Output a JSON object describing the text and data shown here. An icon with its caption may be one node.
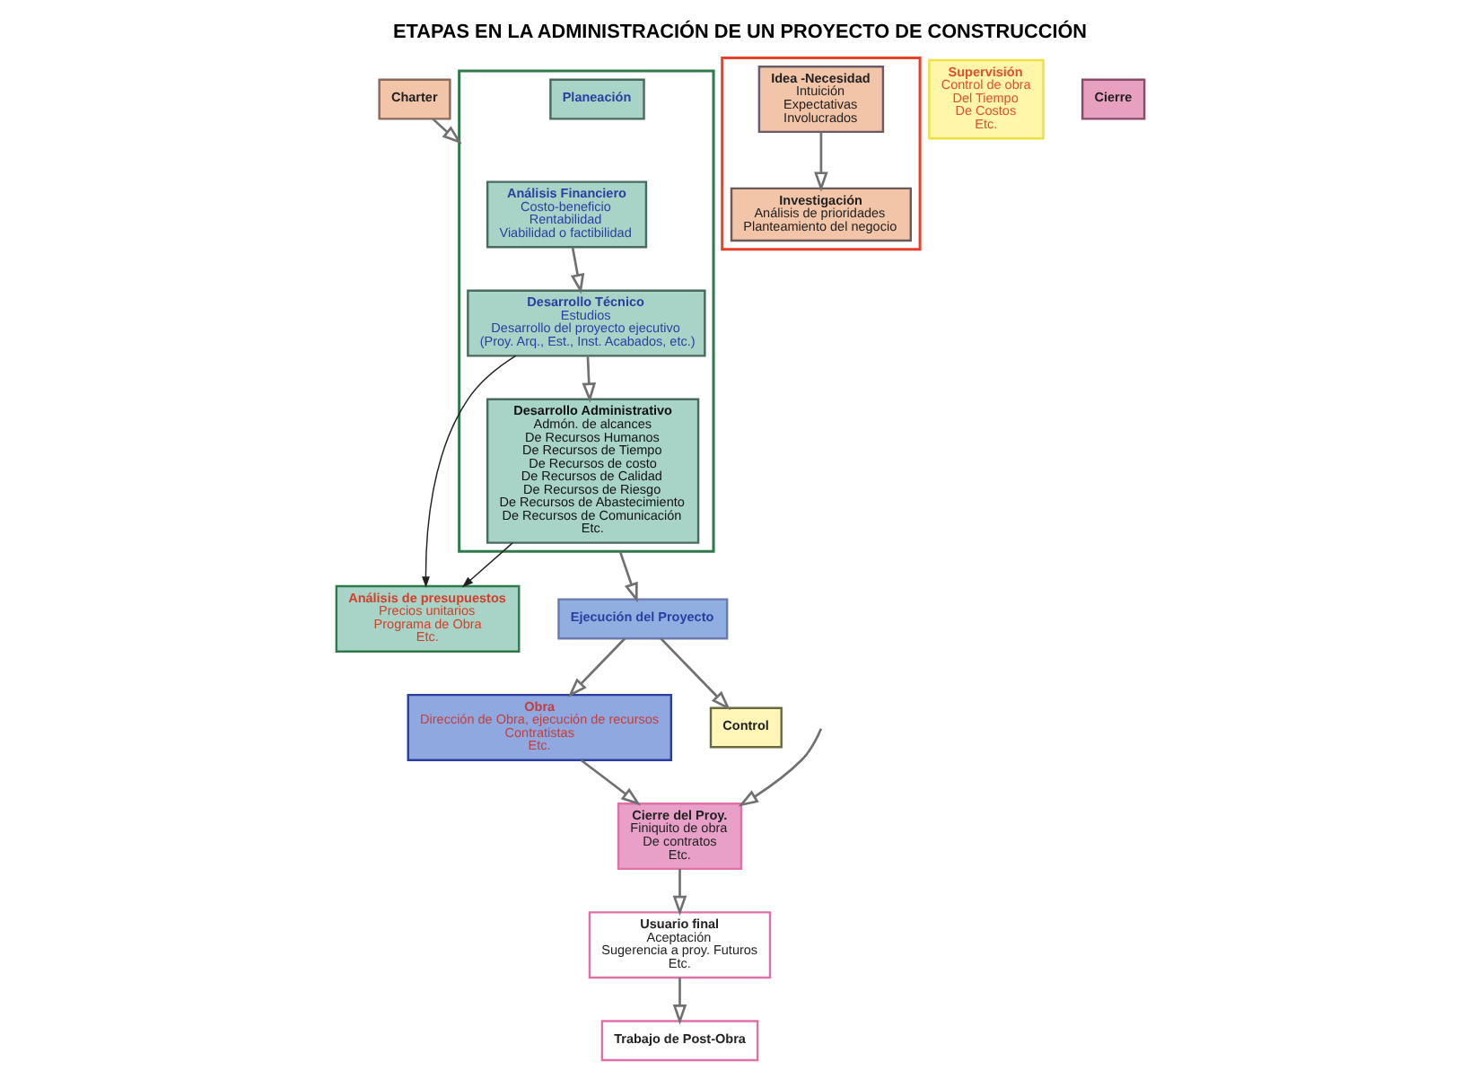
{
  "diagram": {
    "title": "ETAPAS EN LA ADMINISTRACIÓN DE UN PROYECTO DE CONSTRUCCIÓN",
    "nodes": [
      {
        "text": [
          "Charter"
        ]
      },
      {
        "text": [],
        "shape": "box"
      },
      {
        "text": [
          "Investigación",
          "Análisis de prioridades",
          "Planteamiento del negocio"
        ],
        "in": 1
      },
      {
        "text": [
          "Idea -Necesidad",
          "Intuición",
          "Expectativas",
          "Involucrados"
        ],
        "in": 1
      },
      {
        "text": [],
        "shape": "box"
      },
      {
        "text": [
          "Análisis Financiero",
          "Costo-beneficio",
          "Rentabilidad",
          "Viabilidad o factibilidad"
        ],
        "in": 4
      },
      {
        "text": [
          "Planeación"
        ],
        "in": 4
      },
      {
        "text": [
          "Desarrollo Técnico",
          "Estudios",
          "Desarrollo del proyecto ejecutivo",
          "(Proy. Arq., Est., Inst. Acabados, etc.)"
        ],
        "in": 4
      },
      {
        "text": [
          "Desarrollo Administrativo",
          "Admón. de alcances",
          "De Recursos Humanos",
          "De Recursos de Tiempo",
          "De Recursos de costo",
          "De Recursos de Calidad",
          "De Recursos de Riesgo",
          "De Recursos de Abastecimiento",
          "De Recursos de Comunicación",
          "Etc."
        ],
        "in": 4
      },
      {
        "text": [
          "Análisis de presupuestos",
          "Precios unitarios",
          "Programa de Obra",
          "Etc."
        ]
      },
      {
        "text": [
          "Obra",
          "Dirección de Obra, ejecución de recursos",
          "Contratistas",
          "Etc."
        ]
      },
      {
        "text": [
          "Ejecución del Proyecto"
        ]
      },
      {
        "text": [
          "Supervisión",
          "Control de obra",
          "Del Tiempo",
          "De Costos",
          "Etc."
        ]
      },
      {
        "text": [
          "Control"
        ]
      },
      {
        "text": [
          "Cierre"
        ]
      },
      {
        "text": [
          "Cierre del Proy.",
          "Finiquito de obra",
          "De contratos",
          "Etc."
        ]
      },
      {
        "text": [
          "Usuario final",
          "Aceptación",
          "Sugerencia a proy. Futuros",
          "Etc."
        ]
      },
      {
        "text": [
          "Trabajo de Post-Obra"
        ]
      }
    ],
    "edges": [
      {
        "from": 3,
        "to": 2,
        "arrow": "to"
      },
      {
        "from": 0,
        "to": 4,
        "arrow": "to"
      },
      {
        "from": 5,
        "to": 7,
        "arrow": "to"
      },
      {
        "from": 7,
        "to": 8,
        "arrow": "to"
      },
      {
        "from": 7,
        "to": 9,
        "arrow": "to",
        "color": "#222222"
      },
      {
        "from": 8,
        "to": 9,
        "arrow": "to",
        "color": "#222222"
      },
      {
        "from": 4,
        "to": 11,
        "arrow": "to"
      },
      {
        "from": 11,
        "to": 10,
        "arrow": "to"
      },
      {
        "from": 11,
        "to": 13,
        "arrow": "to"
      },
      {
        "from": 10,
        "to": 15,
        "arrow": "to"
      },
      {
        "from": null,
        "to": 15,
        "arrow": "to"
      },
      {
        "from": 15,
        "to": 16,
        "arrow": "to"
      },
      {
        "from": 16,
        "to": 17,
        "arrow": "to"
      }
    ]
  }
}
